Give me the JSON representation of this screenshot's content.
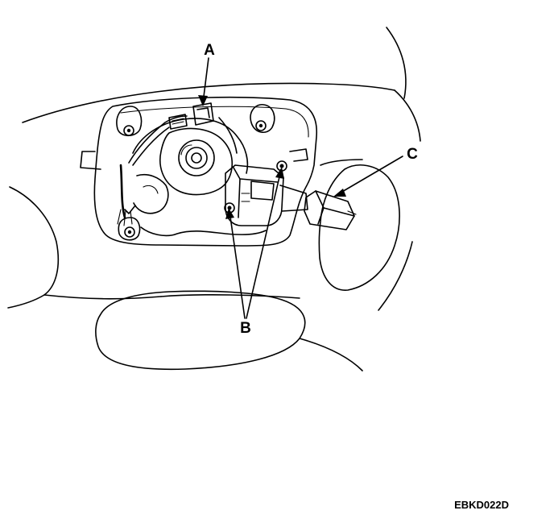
{
  "callouts": {
    "a": "A",
    "b": "B",
    "c": "C"
  },
  "figure_code": "EBKD022D"
}
